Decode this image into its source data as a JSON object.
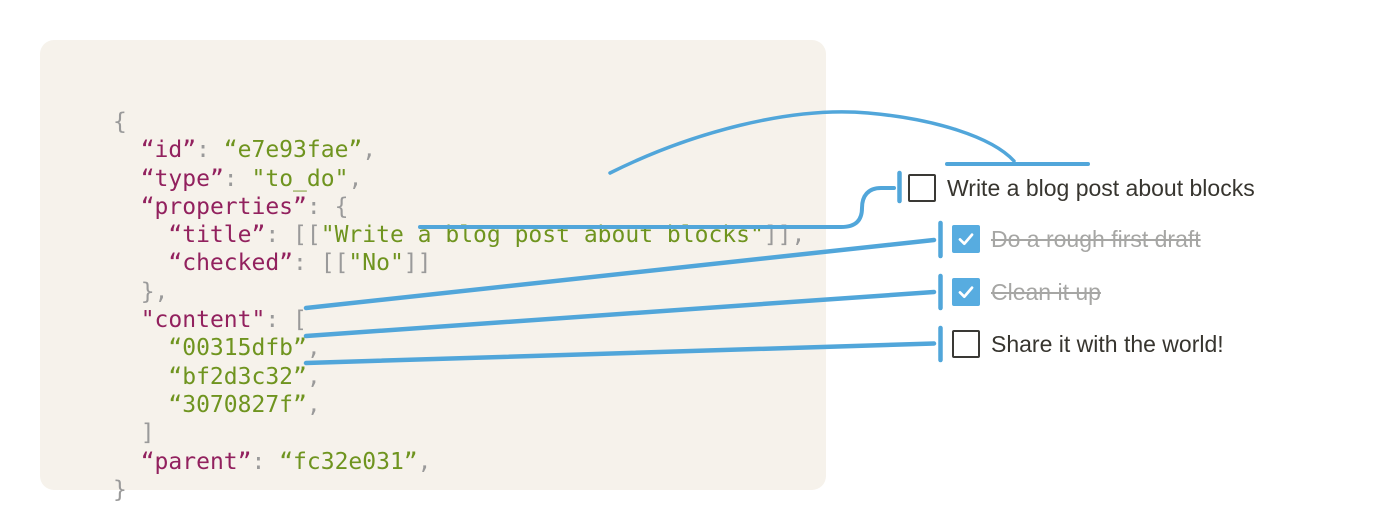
{
  "colors": {
    "accent_blue": "#51a6da",
    "checkbox_fill": "#57ace0",
    "panel_bg": "#f6f2eb",
    "code_key": "#92215e",
    "code_string": "#6f941f",
    "code_punct": "#9a9a9a",
    "text_dark": "#37352f",
    "text_done": "#a6a6a4",
    "checkbox_border": "#3a3935"
  },
  "code_panel": {
    "language": "json-block-model",
    "lines": [
      [
        {
          "t": "{",
          "c": "p"
        }
      ],
      [
        {
          "t": "  ",
          "c": "p"
        },
        {
          "t": "“id”",
          "c": "k"
        },
        {
          "t": ": ",
          "c": "p"
        },
        {
          "t": "“e7e93fae”",
          "c": "s"
        },
        {
          "t": ",",
          "c": "p"
        }
      ],
      [
        {
          "t": "  ",
          "c": "p"
        },
        {
          "t": "“type”",
          "c": "k"
        },
        {
          "t": ": ",
          "c": "p"
        },
        {
          "t": "\"to_do\"",
          "c": "s"
        },
        {
          "t": ",",
          "c": "p"
        }
      ],
      [
        {
          "t": "  ",
          "c": "p"
        },
        {
          "t": "“properties”",
          "c": "k"
        },
        {
          "t": ": {",
          "c": "p"
        }
      ],
      [
        {
          "t": "    ",
          "c": "p"
        },
        {
          "t": "“title”",
          "c": "k"
        },
        {
          "t": ": [[",
          "c": "p"
        },
        {
          "t": "\"Write a blog post about blocks\"",
          "c": "s"
        },
        {
          "t": "]],",
          "c": "p"
        }
      ],
      [
        {
          "t": "    ",
          "c": "p"
        },
        {
          "t": "“checked”",
          "c": "k"
        },
        {
          "t": ": [[",
          "c": "p"
        },
        {
          "t": "\"No\"",
          "c": "s"
        },
        {
          "t": "]]",
          "c": "p"
        }
      ],
      [
        {
          "t": "  },",
          "c": "p"
        }
      ],
      [
        {
          "t": "  ",
          "c": "p"
        },
        {
          "t": "\"content\"",
          "c": "k"
        },
        {
          "t": ": [",
          "c": "p"
        }
      ],
      [
        {
          "t": "    ",
          "c": "p"
        },
        {
          "t": "“00315dfb”",
          "c": "s"
        },
        {
          "t": ",",
          "c": "p"
        }
      ],
      [
        {
          "t": "    ",
          "c": "p"
        },
        {
          "t": "“bf2d3c32”",
          "c": "s"
        },
        {
          "t": ",",
          "c": "p"
        }
      ],
      [
        {
          "t": "    ",
          "c": "p"
        },
        {
          "t": "“3070827f”",
          "c": "s"
        },
        {
          "t": ",",
          "c": "p"
        }
      ],
      [
        {
          "t": "  ]",
          "c": "p"
        }
      ],
      [
        {
          "t": "  ",
          "c": "p"
        },
        {
          "t": "“parent”",
          "c": "k"
        },
        {
          "t": ": ",
          "c": "p"
        },
        {
          "t": "“fc32e031”",
          "c": "s"
        },
        {
          "t": ",",
          "c": "p"
        }
      ],
      [
        {
          "t": "}",
          "c": "p"
        }
      ]
    ]
  },
  "todo_list": {
    "items": [
      {
        "label": "Write a blog post about blocks",
        "checked": false
      },
      {
        "label": "Do a rough first draft",
        "checked": true
      },
      {
        "label": "Clean it up",
        "checked": true
      },
      {
        "label": "Share it with the world!",
        "checked": false
      }
    ]
  },
  "connectors": {
    "color": "#51a6da",
    "links": [
      {
        "from": "properties.title value",
        "to": "todo item 1 title text"
      },
      {
        "from": "properties.checked value [[\"No\"]]",
        "to": "todo item 1 checkbox"
      },
      {
        "from": "content id 00315dfb",
        "to": "todo item 2"
      },
      {
        "from": "content id bf2d3c32",
        "to": "todo item 3"
      },
      {
        "from": "content id 3070827f",
        "to": "todo item 4"
      }
    ]
  }
}
